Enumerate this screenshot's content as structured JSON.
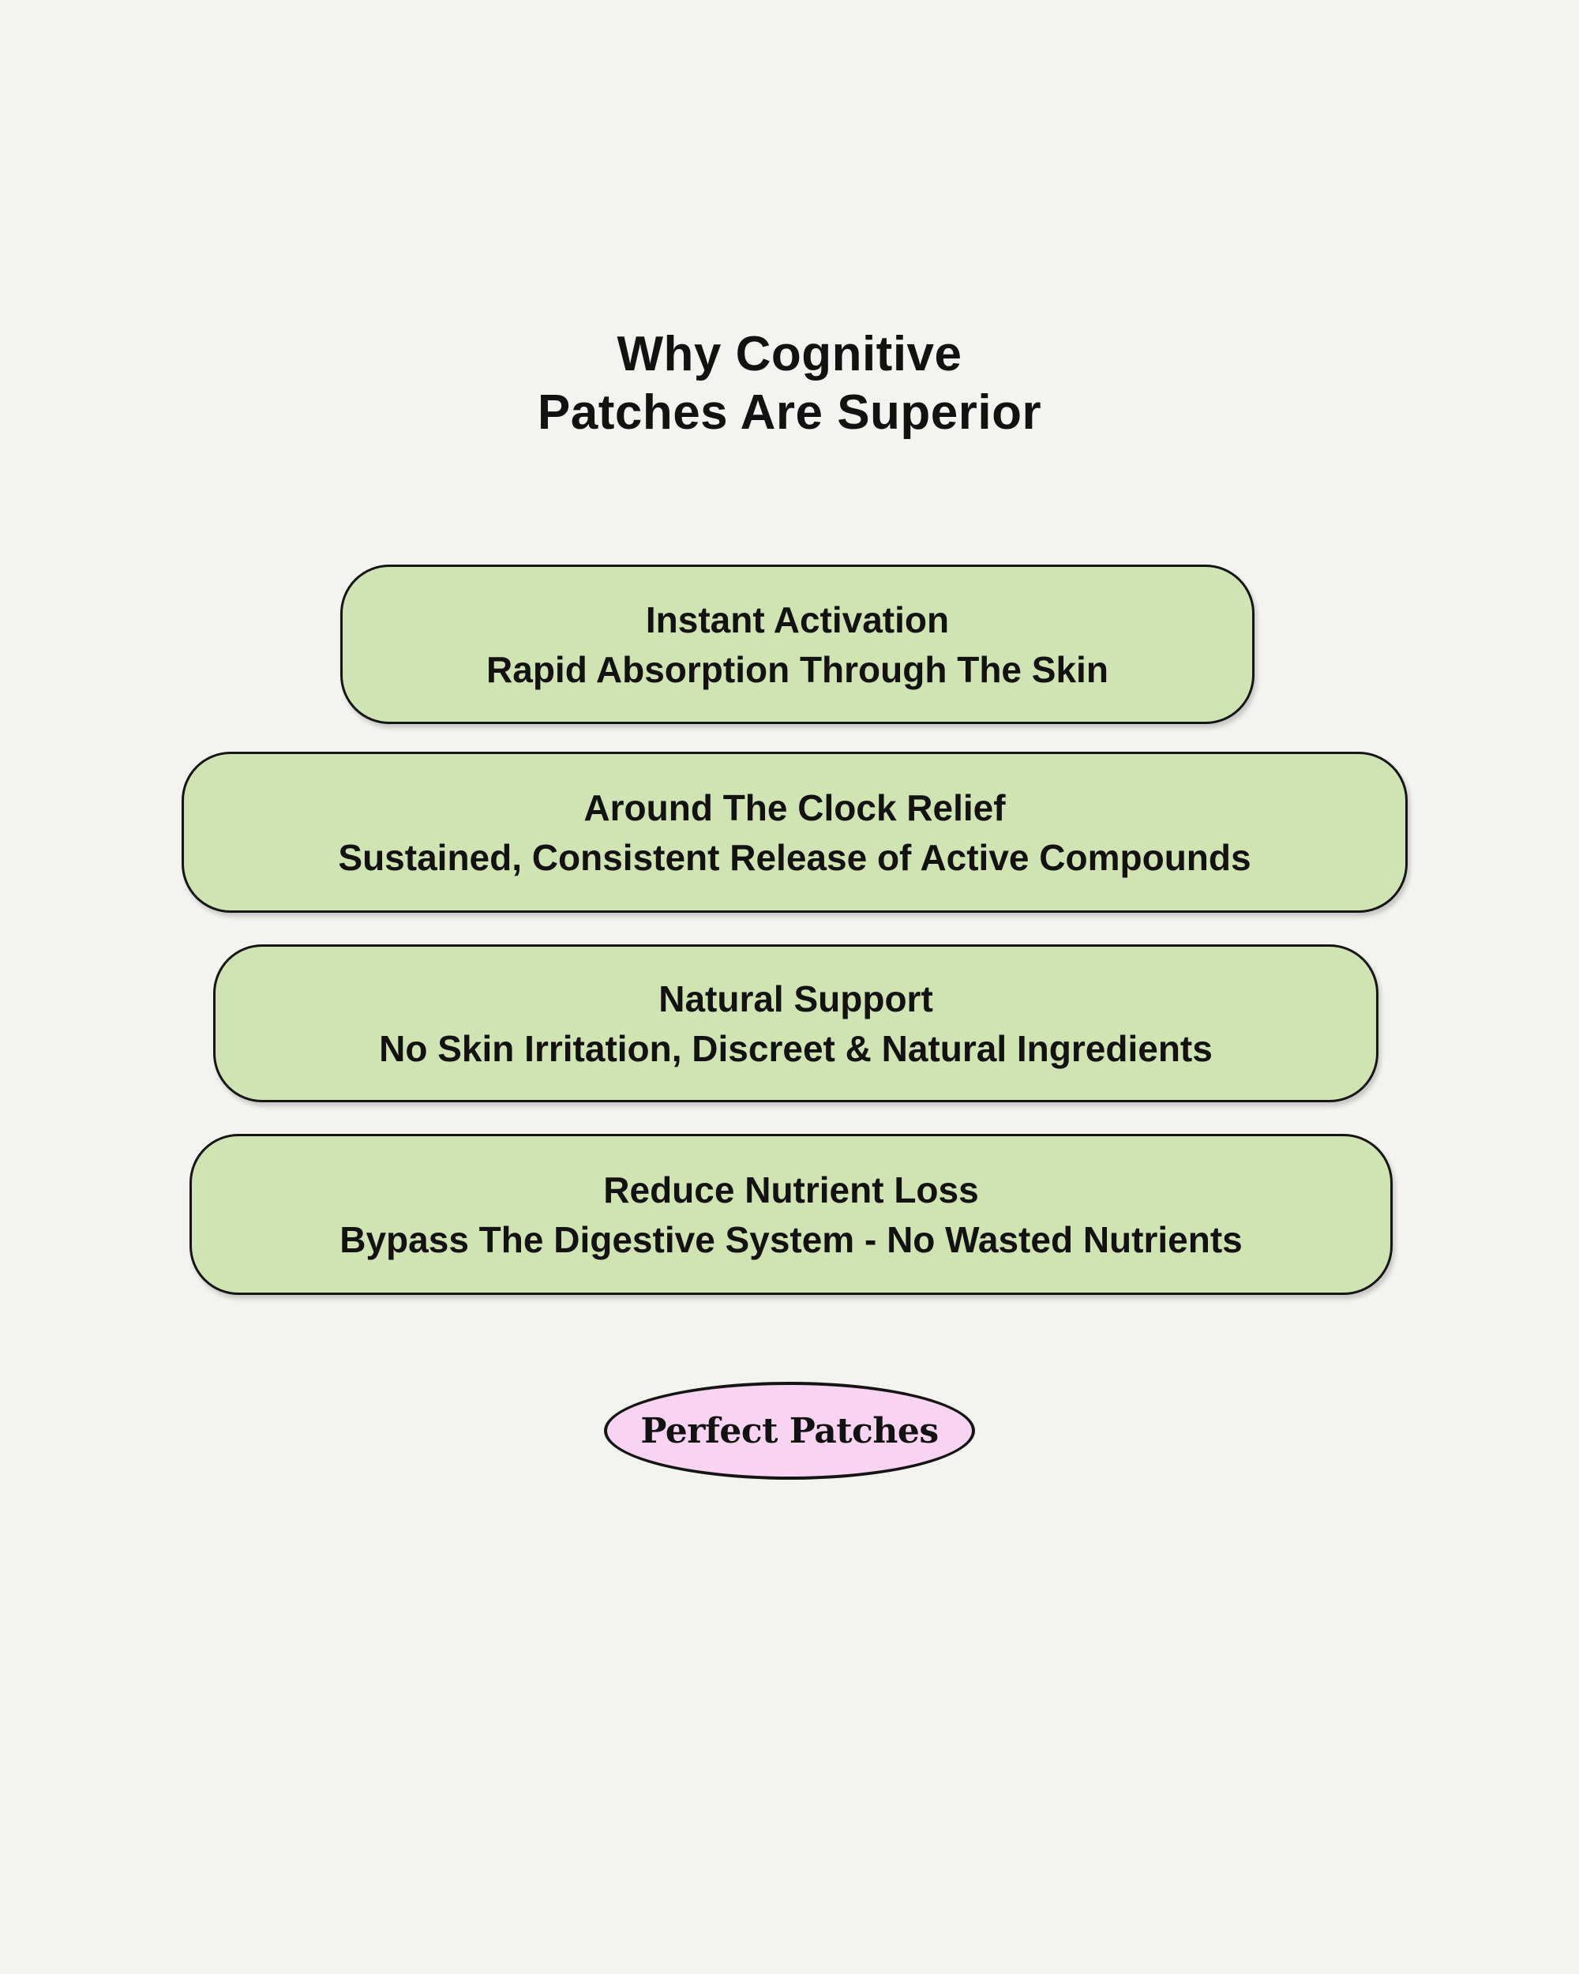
{
  "title": {
    "line1": "Why Cognitive",
    "line2": "Patches Are Superior"
  },
  "benefit_cards": [
    {
      "heading": "Instant Activation",
      "description": "Rapid Absorption Through The Skin"
    },
    {
      "heading": "Around The Clock Relief",
      "description": "Sustained, Consistent Release of Active Compounds"
    },
    {
      "heading": "Natural Support",
      "description": "No Skin Irritation, Discreet & Natural Ingredients"
    },
    {
      "heading": "Reduce Nutrient Loss",
      "description": "Bypass The Digestive System - No Wasted Nutrients"
    }
  ],
  "brand_badge": {
    "label": "Perfect Patches"
  },
  "colors": {
    "background": "#f3f3f0",
    "card_fill": "#d0e3b2",
    "card_border": "#151515",
    "badge_fill": "#f9d3f2",
    "badge_border": "#151515",
    "text": "#121212"
  }
}
